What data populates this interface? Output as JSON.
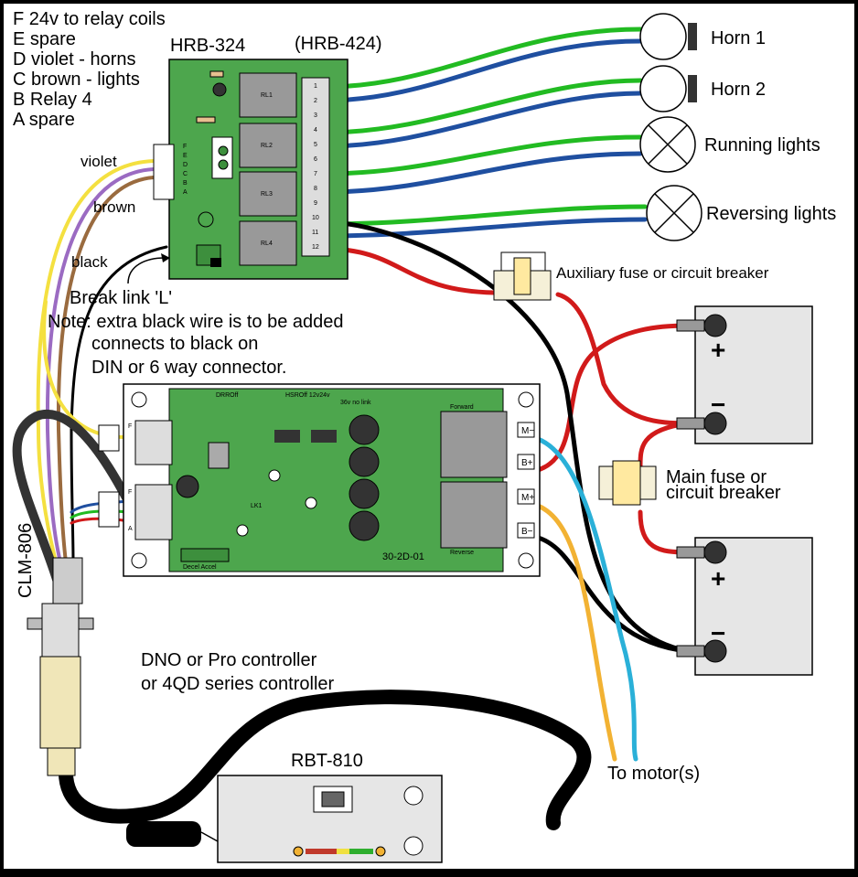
{
  "legend": {
    "f": "F 24v to relay coils",
    "e": "E spare",
    "d": "D violet - horns",
    "c": "C brown - lights",
    "b": "B Relay 4",
    "a": "A spare"
  },
  "relay_board": {
    "name": "HRB-324",
    "alt_name": "(HRB-424)",
    "relays": [
      "RL1",
      "RL2",
      "RL3",
      "RL4"
    ],
    "connector_letters": [
      "F",
      "E",
      "D",
      "C",
      "B",
      "A"
    ],
    "terminals": [
      "1",
      "2",
      "3",
      "4",
      "5",
      "6",
      "7",
      "8",
      "9",
      "10",
      "11",
      "12"
    ]
  },
  "wire_labels": {
    "violet": "violet",
    "brown": "brown",
    "black": "black"
  },
  "loads": {
    "horn1": "Horn 1",
    "horn2": "Horn 2",
    "running": "Running lights",
    "reversing": "Reversing lights"
  },
  "notes": {
    "break_link": "Break link 'L'",
    "note_line1": "Note: extra black wire is to be added",
    "note_line2": "connects to black on",
    "note_line3": "DIN or 6 way connector."
  },
  "fuses": {
    "aux": "Auxiliary fuse or circuit breaker",
    "main_line1": "Main fuse or",
    "main_line2": "circuit breaker"
  },
  "battery": {
    "plus": "+",
    "minus": "−"
  },
  "controller_board": {
    "silk_drr": "DRROff",
    "silk_hsr": "HSROff 12v24v",
    "silk_36v": "36v no link",
    "silk_forward": "Forward",
    "silk_reverse": "Reverse",
    "silk_lk1": "LK1",
    "silk_part": "30-2D-01",
    "silk_decel": "Decel Accel",
    "term_m_minus": "M−",
    "term_b_plus": "B+",
    "term_m_plus": "M+",
    "term_b_minus": "B−",
    "conn_f_top": "F",
    "conn_f_bot": "F",
    "conn_a": "A"
  },
  "clm": "CLM-806",
  "controller_label": {
    "line1": "DNO or Pro controller",
    "line2": "or 4QD series controller"
  },
  "rbt": "RBT-810",
  "motor": "To motor(s)",
  "colors": {
    "background": "#ffffff",
    "pcb_green": "#4da64d",
    "pcb_dark": "#2e7d2e",
    "wire_green": "#22bb22",
    "wire_blue": "#1f4fa0",
    "wire_red": "#d11a1a",
    "wire_black": "#000000",
    "wire_cyan": "#2ab0d8",
    "wire_orange": "#f2b233",
    "wire_violet": "#9b6bc2",
    "wire_brown": "#9a6b3f",
    "wire_yellow": "#f4e040",
    "battery_grey": "#e6e6e6"
  }
}
